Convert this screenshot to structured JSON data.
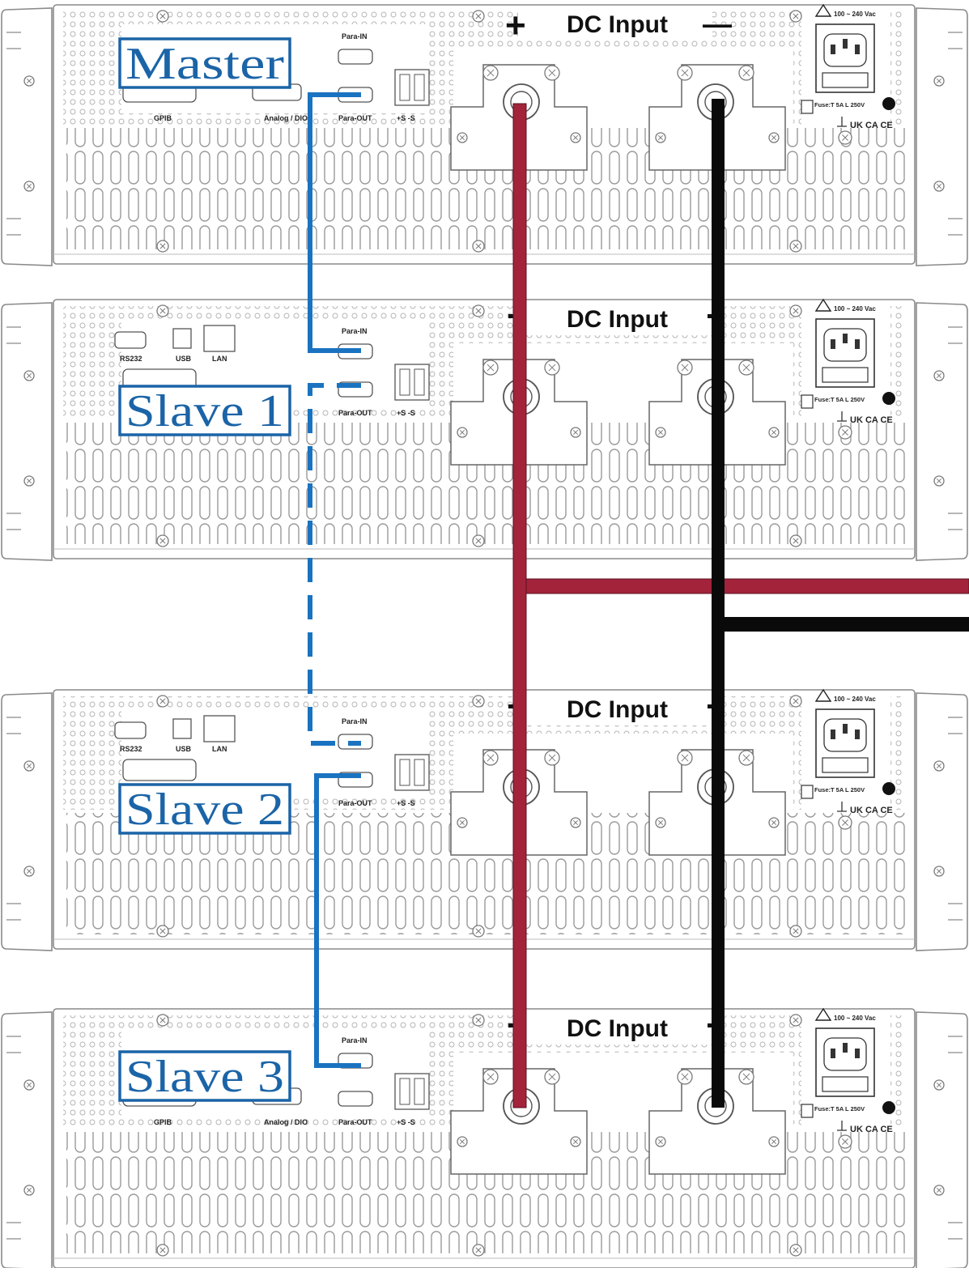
{
  "units": [
    {
      "name": "Master",
      "interfaces": [
        "GPIB",
        "Analog / DIO"
      ],
      "para_in": "Para-IN",
      "para_out": "Para-OUT",
      "sense": "+S  -S",
      "dc_input": "DC  Input",
      "polarity_plus": "+",
      "polarity_minus": "—",
      "ac_rating": "100 ~ 240 Vac",
      "fuse": "Fuse:T 5A L 250V",
      "marks": "UK CA CE"
    },
    {
      "name": "Slave 1",
      "interfaces": [
        "RS232",
        "USB",
        "LAN"
      ],
      "para_in": "Para-IN",
      "para_out": "Para-OUT",
      "sense": "+S  -S",
      "dc_input": "DC  Input",
      "ac_rating": "100 ~ 240 Vac",
      "fuse": "Fuse:T 5A L 250V",
      "marks": "UK CA CE"
    },
    {
      "name": "Slave 2",
      "interfaces": [
        "RS232",
        "USB",
        "LAN"
      ],
      "para_in": "Para-IN",
      "para_out": "Para-OUT",
      "sense": "+S  -S",
      "dc_input": "DC  Input",
      "ac_rating": "100 ~ 240 Vac",
      "fuse": "Fuse:T 5A L 250V",
      "marks": "UK CA CE"
    },
    {
      "name": "Slave 3",
      "interfaces": [
        "GPIB",
        "Analog / DIO"
      ],
      "para_in": "Para-IN",
      "para_out": "Para-OUT",
      "sense": "+S  -S",
      "dc_input": "DC  Input",
      "ac_rating": "100 ~ 240 Vac",
      "fuse": "Fuse:T 5A L 250V",
      "marks": "UK CA CE"
    }
  ],
  "colors": {
    "control_cable": "#1a73c0",
    "positive_cable": "#a3233b",
    "negative_cable": "#0a0a0a",
    "panel_outline": "#8a8a8a",
    "label_border": "#1b64a7"
  },
  "connections": [
    {
      "from": "Master Para-OUT",
      "to": "Slave 1 Para-IN",
      "style": "solid"
    },
    {
      "from": "Slave 1 Para-OUT",
      "to": "Slave 2 Para-IN",
      "style": "dashed"
    },
    {
      "from": "Slave 2 Para-OUT",
      "to": "Slave 3 Para-IN",
      "style": "solid"
    },
    {
      "from": "DC Input +",
      "to": "all units",
      "style": "red bus"
    },
    {
      "from": "DC Input -",
      "to": "all units",
      "style": "black bus"
    }
  ]
}
